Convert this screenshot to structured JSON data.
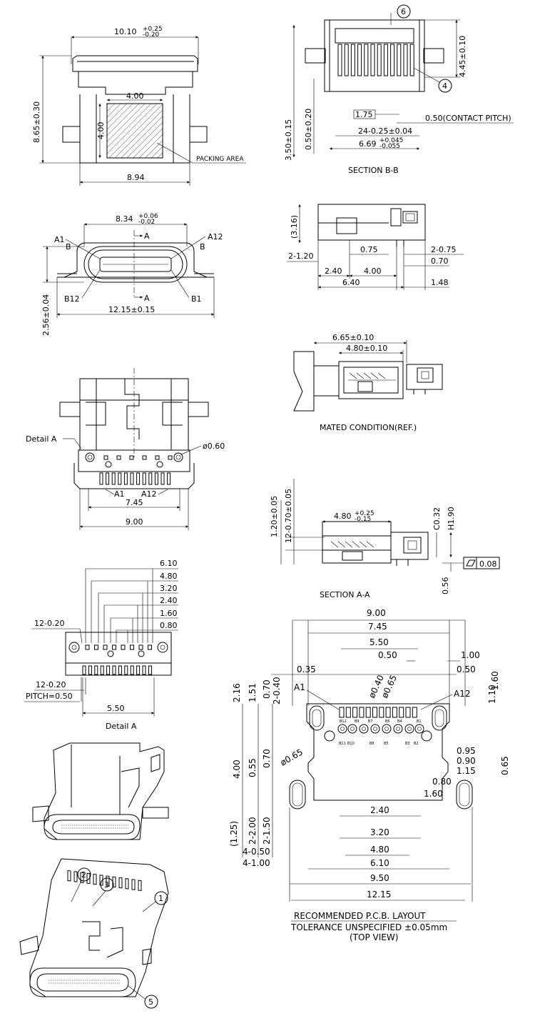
{
  "labels": {
    "dim_10_10": "10.10",
    "dim_10_10_tol_up": "+0.25",
    "dim_10_10_tol_dn": "-0.20",
    "dim_8_65": "8.65±0.30",
    "dim_4_00_h": "4.00",
    "dim_4_00_v": "4.00",
    "packing_area": "PACKING AREA",
    "dim_8_94": "8.94",
    "dim_8_34": "8.34",
    "dim_8_34_tol_up": "+0.06",
    "dim_8_34_tol_dn": "-0.02",
    "sec_a_top": "A",
    "sec_a_bot": "A",
    "sec_b_left": "B",
    "sec_b_right": "B",
    "lbl_a1": "A1",
    "lbl_a12": "A12",
    "lbl_b12": "B12",
    "lbl_b1": "B1",
    "dim_2_56": "2.56±0.04",
    "dim_12_15_tol": "12.15±0.15",
    "detail_a": "Detail  A",
    "dim_phi_060": "ø0.60",
    "lbl_a1_b": "A1",
    "lbl_a12_b": "A12",
    "dim_7_45": "7.45",
    "dim_9_00": "9.00",
    "det_6_10": "6.10",
    "det_4_80": "4.80",
    "det_3_20": "3.20",
    "det_2_40": "2.40",
    "det_1_60": "1.60",
    "det_0_80": "0.80",
    "det_12_020_top": "12-0.20",
    "det_12_020_bot": "12-0.20",
    "det_pitch": "PITCH=0.50",
    "det_5_50": "5.50",
    "detail_a_caption": "Detail  A",
    "callout_6": "6",
    "callout_4": "4",
    "bb_4_45": "4.45±0.10",
    "bb_3_50": "3.50±0.15",
    "bb_0_50": "0.50±0.20",
    "bb_1_75": "1.75",
    "bb_contact_pitch": "0.50(CONTACT  PITCH)",
    "bb_24": "24-0.25±0.04",
    "bb_6_69": "6.69",
    "bb_6_69_up": "+0.045",
    "bb_6_69_dn": "-0.055",
    "section_bb": "SECTION  B-B",
    "side_3_16": "(3.16)",
    "side_2_120": "2-1.20",
    "side_0_75": "0.75",
    "side_2_075": "2-0.75",
    "side_0_70": "0.70",
    "side_2_40": "2.40",
    "side_4_00": "4.00",
    "side_6_40": "6.40",
    "side_1_48": "1.48",
    "mate_6_65": "6.65±0.10",
    "mate_4_80": "4.80±0.10",
    "mated_caption": "MATED CONDITION(REF.)",
    "aa_1_20": "1.20±0.05",
    "aa_12_070": "12-0.70±0.05",
    "aa_4_80": "4.80",
    "aa_4_80_up": "+0.25",
    "aa_4_80_dn": "-0.15",
    "aa_c0_32": "C0.32",
    "aa_h1_90": "H1.90",
    "aa_flat": "0.08",
    "aa_0_56": "0.56",
    "section_aa": "SECTION  A-A",
    "pcb_9_00": "9.00",
    "pcb_7_45": "7.45",
    "pcb_5_50": "5.50",
    "pcb_0_50_top": "0.50",
    "pcb_1_00": "1.00",
    "pcb_0_50_r": "0.50",
    "pcb_0_35": "0.35",
    "pcb_phi_040": "ø0.40",
    "pcb_phi_065_top": "ø0.65",
    "pcb_2_16": "2.16",
    "pcb_1_51": "1.51",
    "pcb_0_70_a": "0.70",
    "pcb_2_040": "2-0.40",
    "pcb_a1": "A1",
    "pcb_a12": "A12",
    "pcb_1_10": "1.10",
    "pcb_1_60_r": "1.60",
    "pcb_4_00": "4.00",
    "pcb_0_55": "0.55",
    "pcb_0_70_b": "0.70",
    "pcb_phi_065": "ø0.65",
    "pcb_0_95": "0.95",
    "pcb_0_90": "0.90",
    "pcb_1_15": "1.15",
    "pcb_0_65": "0.65",
    "pcb_0_80": "0.80",
    "pcb_1_60": "1.60",
    "pcb_2_40": "2.40",
    "pcb_1_25": "(1.25)",
    "pcb_2_200": "2-2.00",
    "pcb_2_150": "2-1.50",
    "pcb_3_20": "3.20",
    "pcb_4_80": "4.80",
    "pcb_4_050": "4-0.50",
    "pcb_4_100": "4-1.00",
    "pcb_6_10": "6.10",
    "pcb_9_50": "9.50",
    "pcb_12_15": "12.15",
    "pcb_caption1": "RECOMMENDED    P.C.B.  LAYOUT",
    "pcb_caption2": "TOLERANCE  UNSPECIFIED  ±0.05mm",
    "pcb_caption3": "(TOP  VIEW)",
    "callout_1": "1",
    "callout_2": "2",
    "callout_3": "3",
    "callout_5": "5",
    "pad_b12": "B12",
    "pad_b9": "B9",
    "pad_b7": "B7",
    "pad_b6": "B6",
    "pad_b4": "B4",
    "pad_b1": "B1",
    "pad_b11": "B11",
    "pad_b10": "B10",
    "pad_b8": "B8",
    "pad_b5": "B5",
    "pad_b3": "B3",
    "pad_b2": "B2"
  }
}
